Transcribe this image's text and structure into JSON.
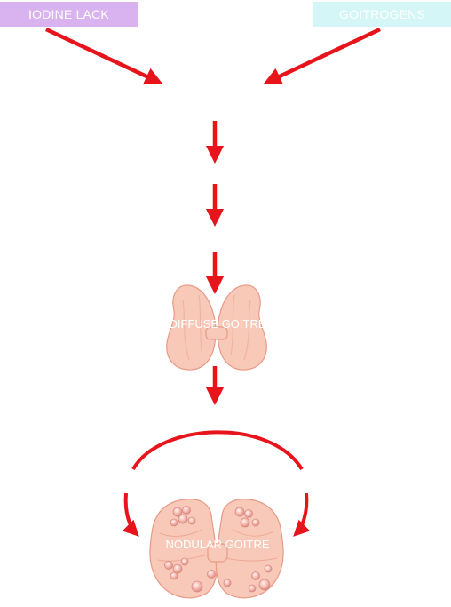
{
  "causes": {
    "left": "IODINE LACK",
    "right": "GOITROGENS"
  },
  "stages": {
    "diffuse": "DIFFUSE GOITRE",
    "nodular": "NODULAR GOITRE"
  },
  "colors": {
    "arrow": "#e8141c",
    "left_badge": "#d9b3f0",
    "right_badge": "#d4f6f7",
    "gland_fill": "#f8c9b8",
    "gland_stroke": "#e89a86"
  }
}
